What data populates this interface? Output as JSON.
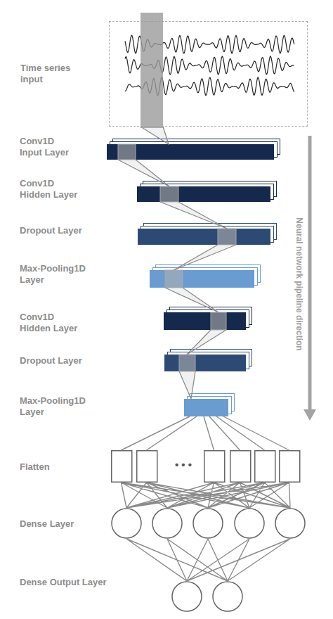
{
  "diagram": {
    "nodes": [
      {
        "text": [
          "Time series input"
        ]
      },
      {
        "text": [
          "Conv1D Input Layer"
        ]
      },
      {
        "text": [
          "Conv1D Hidden Layer"
        ]
      },
      {
        "text": [
          "Dropout Layer"
        ]
      },
      {
        "text": [
          "Max-Pooling1D Layer"
        ]
      },
      {
        "text": [
          "Conv1D Hidden Layer"
        ]
      },
      {
        "text": [
          "Dropout Layer"
        ]
      },
      {
        "text": [
          "Max-Pooling1D Layer"
        ]
      },
      {
        "text": [
          "Flatten"
        ]
      },
      {
        "text": [
          "Dense Layer"
        ]
      },
      {
        "text": [
          "Dense Output Layer"
        ]
      }
    ],
    "edges": [
      {
        "from": 0,
        "to": 1,
        "arrow": "none"
      },
      {
        "from": 1,
        "to": 2,
        "arrow": "none"
      },
      {
        "from": 2,
        "to": 3,
        "arrow": "none"
      },
      {
        "from": 3,
        "to": 4,
        "arrow": "none"
      },
      {
        "from": 4,
        "to": 5,
        "arrow": "none"
      },
      {
        "from": 5,
        "to": 6,
        "arrow": "none"
      },
      {
        "from": 6,
        "to": 7,
        "arrow": "none"
      },
      {
        "from": 7,
        "to": 8,
        "arrow": "none"
      },
      {
        "from": 8,
        "to": 9,
        "arrow": "none"
      },
      {
        "from": 9,
        "to": 10,
        "arrow": "none"
      }
    ],
    "labels": [
      "• • •",
      "Neural network pipeline direction"
    ]
  }
}
